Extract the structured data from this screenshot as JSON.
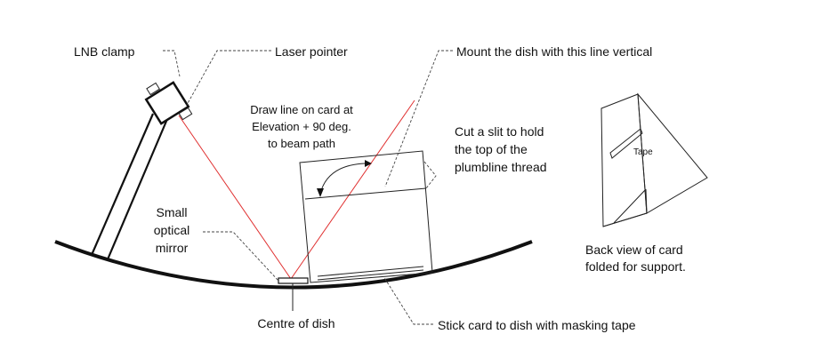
{
  "labels": {
    "lnb_clamp": "LNB clamp",
    "laser_pointer": "Laser pointer",
    "mount_instruction": "Mount the dish with this line vertical",
    "draw_line_1": "Draw line on card at",
    "draw_line_2": "Elevation + 90 deg.",
    "draw_line_3": "to beam path",
    "slit_1": "Cut a slit to hold",
    "slit_2": "the top of the",
    "slit_3": "plumbline thread",
    "mirror_1": "Small",
    "mirror_2": "optical",
    "mirror_3": "mirror",
    "centre": "Centre of dish",
    "stick_card": "Stick card to dish with masking tape",
    "back_view_1": "Back view of card",
    "back_view_2": "folded for support.",
    "tape": "Tape"
  },
  "colors": {
    "laser_beam": "#e03030",
    "line": "#111111"
  }
}
